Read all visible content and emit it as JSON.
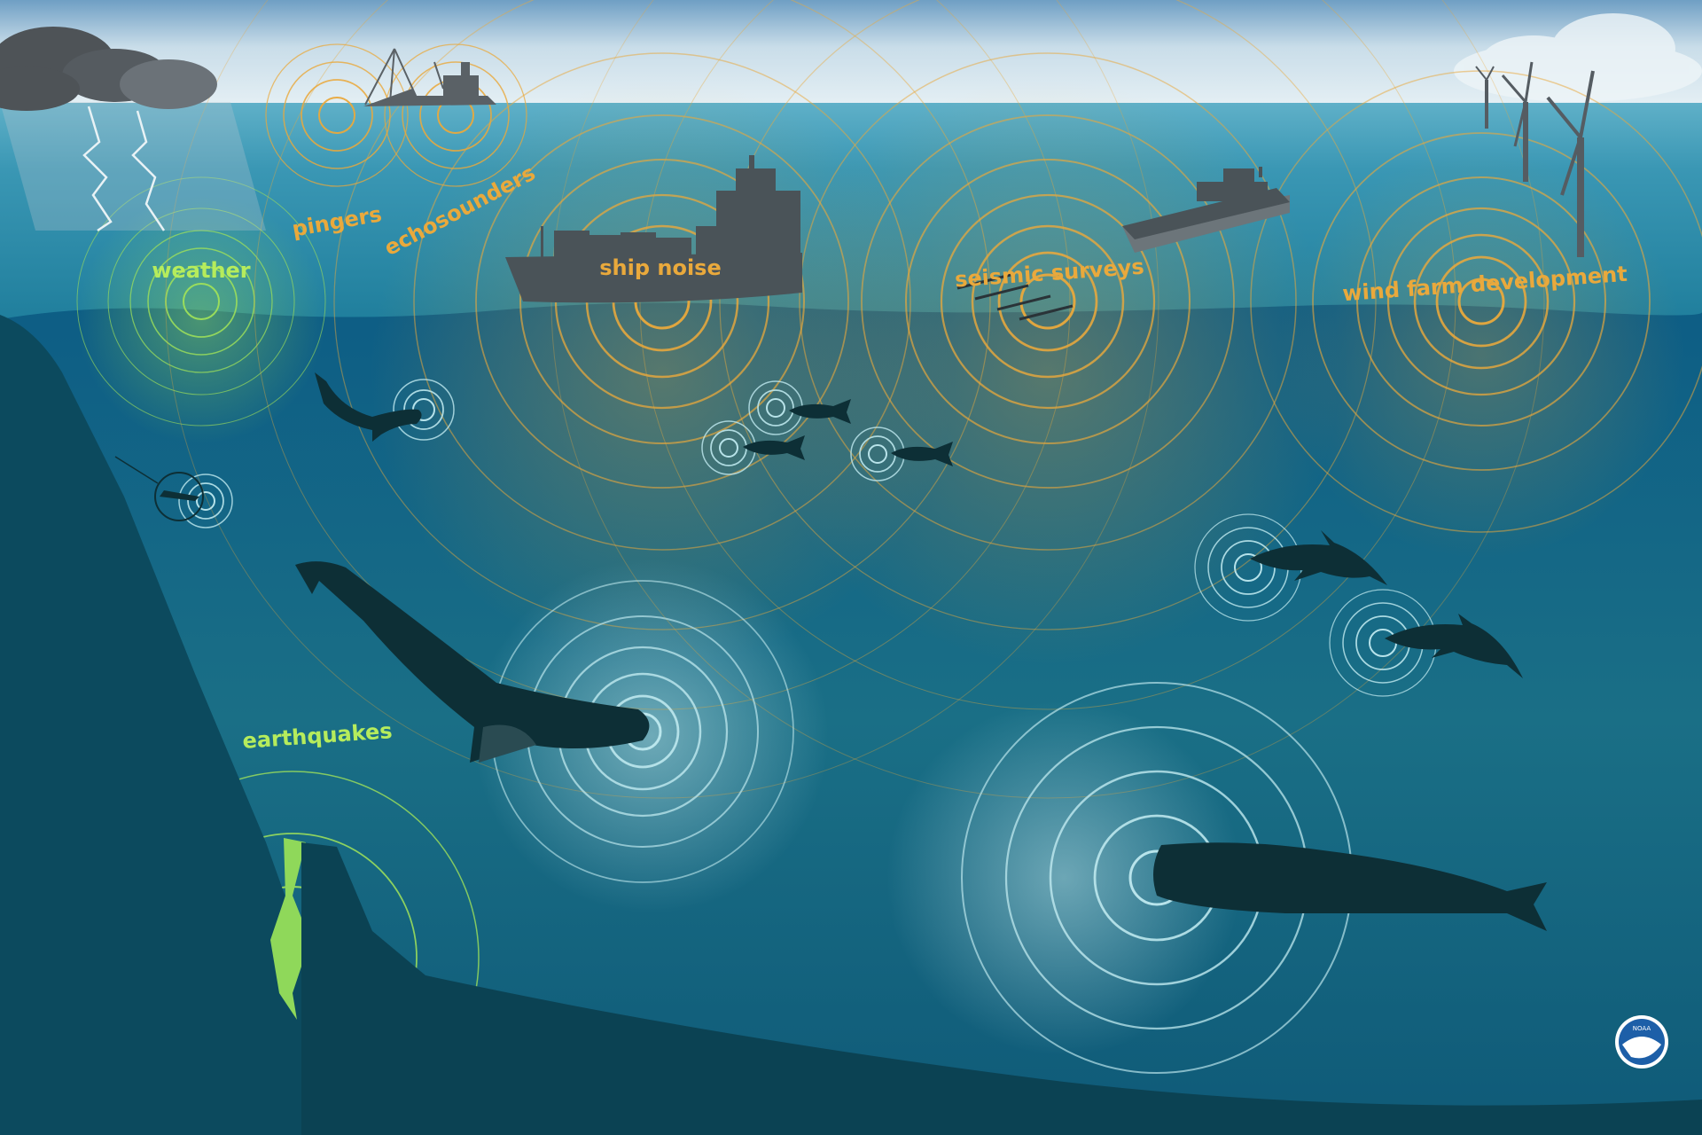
{
  "labels": {
    "pingers": "pingers",
    "echosounders": "echosounders",
    "weather": "weather",
    "ship_noise": "ship noise",
    "seismic_surveys": "seismic surveys",
    "wind_farm": "wind farm development",
    "earthquakes": "earthquakes"
  },
  "logo": {
    "text": "NOAA"
  },
  "colors": {
    "sky_top": "#6f9fc4",
    "sky_bottom": "#e4eff4",
    "sea_surface": "#3a97b4",
    "deep_sea": "#0f5a78",
    "seafloor": "#0c4a5e",
    "human_noise": "#e9a93c",
    "natural_noise": "#9ee05a",
    "animal_sound": "#bfe9ef",
    "silhouette": "#0d2f36",
    "vessel": "#4a5358"
  },
  "icons": [
    "storm-cloud-icon",
    "lightning-icon",
    "fishing-vessel-icon",
    "container-ship-icon",
    "seismic-vessel-icon",
    "wind-turbine-icon",
    "whale-icon",
    "sperm-whale-icon",
    "dolphin-icon",
    "fish-icon",
    "seal-icon",
    "lobster-icon",
    "noaa-logo"
  ]
}
